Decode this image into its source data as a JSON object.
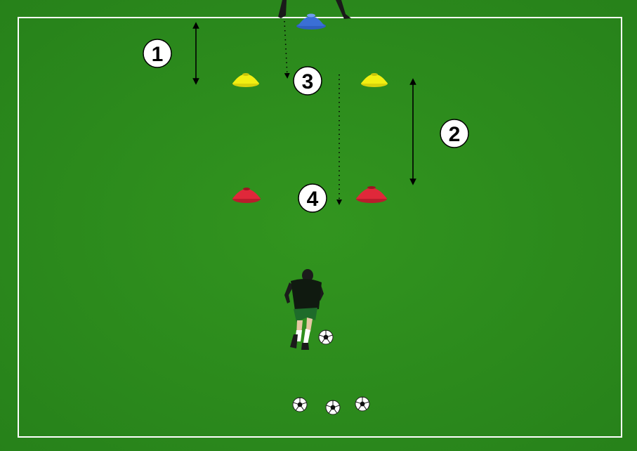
{
  "field": {
    "grass_color": "#2c8a1f",
    "grass_dark": "#237318",
    "line_color": "#ffffff"
  },
  "markers": [
    {
      "id": "1",
      "label": "1"
    },
    {
      "id": "2",
      "label": "2"
    },
    {
      "id": "3",
      "label": "3"
    },
    {
      "id": "4",
      "label": "4"
    }
  ],
  "cones": {
    "blue": "#3a6fd6",
    "yellow": "#f2ef12",
    "red": "#e0283a"
  },
  "icons": {
    "player": "player-icon",
    "ball": "soccer-ball-icon",
    "coach": "coach-legs-icon"
  }
}
